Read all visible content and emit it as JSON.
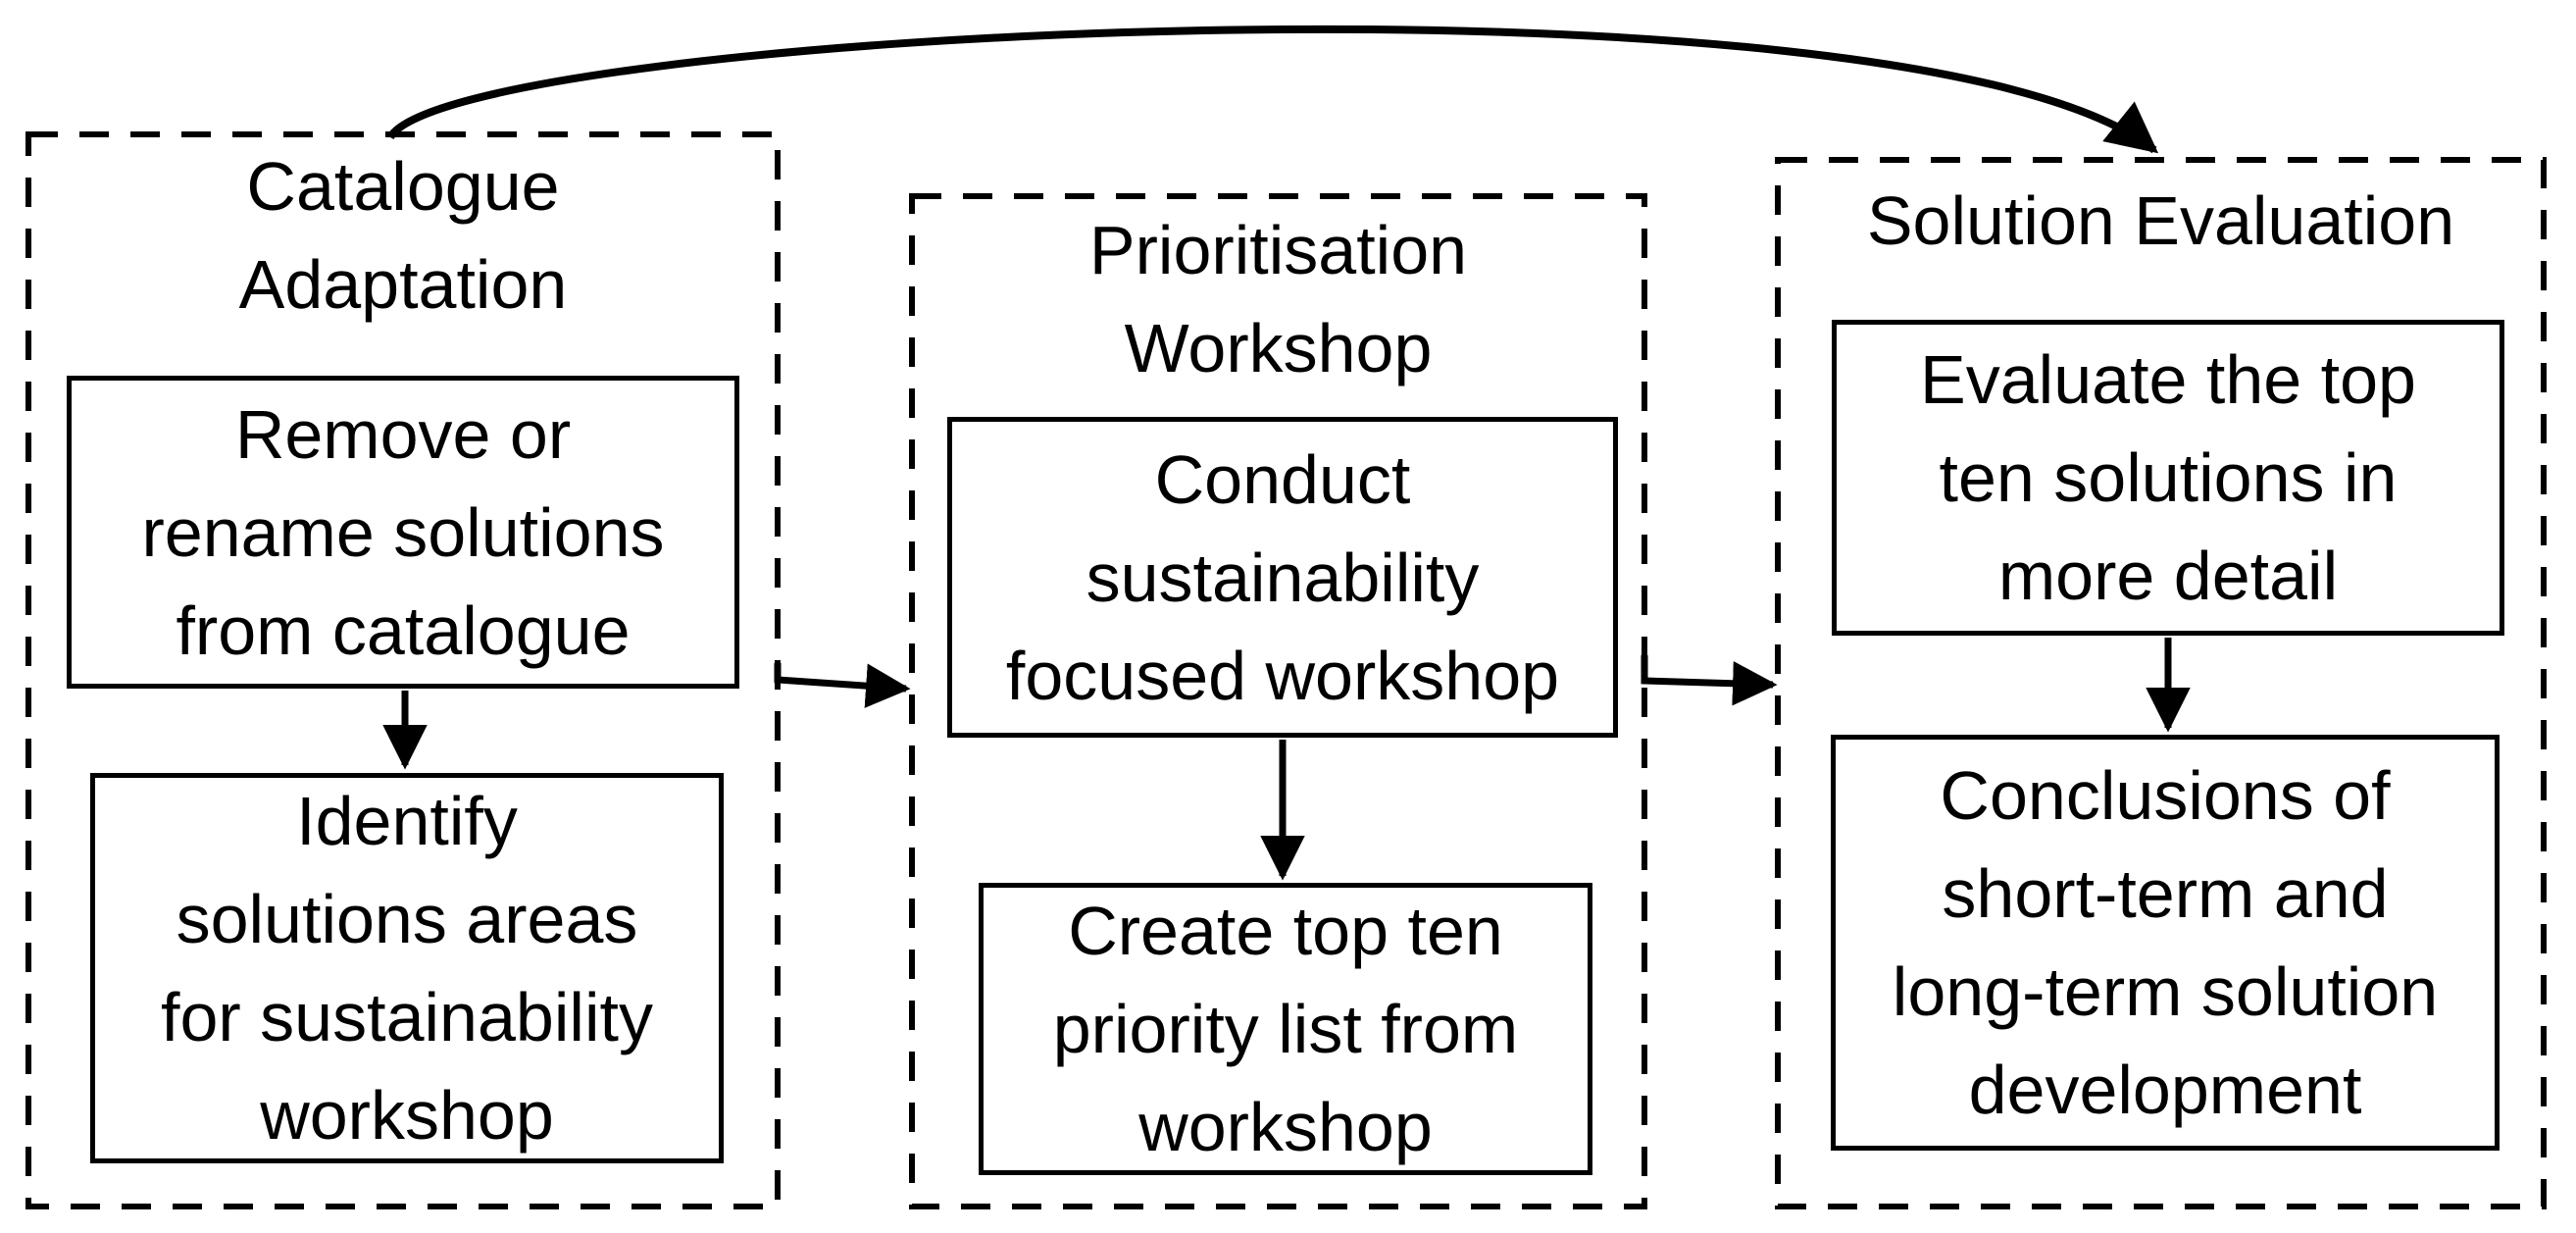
{
  "diagram": {
    "colors": {
      "ink": "#000000",
      "background": "#ffffff"
    },
    "stages": [
      {
        "title_lines": [
          "Catalogue",
          "Adaptation"
        ],
        "boxes": [
          {
            "lines": [
              "Remove or",
              "rename solutions",
              "from catalogue"
            ]
          },
          {
            "lines": [
              "Identify",
              "solutions areas",
              "for sustainability",
              "workshop"
            ]
          }
        ]
      },
      {
        "title_lines": [
          "Prioritisation",
          "Workshop"
        ],
        "boxes": [
          {
            "lines": [
              "Conduct",
              "sustainability",
              "focused workshop"
            ]
          },
          {
            "lines": [
              "Create top ten",
              "priority list from",
              "workshop"
            ]
          }
        ]
      },
      {
        "title_lines": [
          "Solution Evaluation"
        ],
        "boxes": [
          {
            "lines": [
              "Evaluate the top",
              "ten solutions in",
              "more detail"
            ]
          },
          {
            "lines": [
              "Conclusions of",
              "short-term and",
              "long-term solution",
              "development"
            ]
          }
        ]
      }
    ]
  }
}
